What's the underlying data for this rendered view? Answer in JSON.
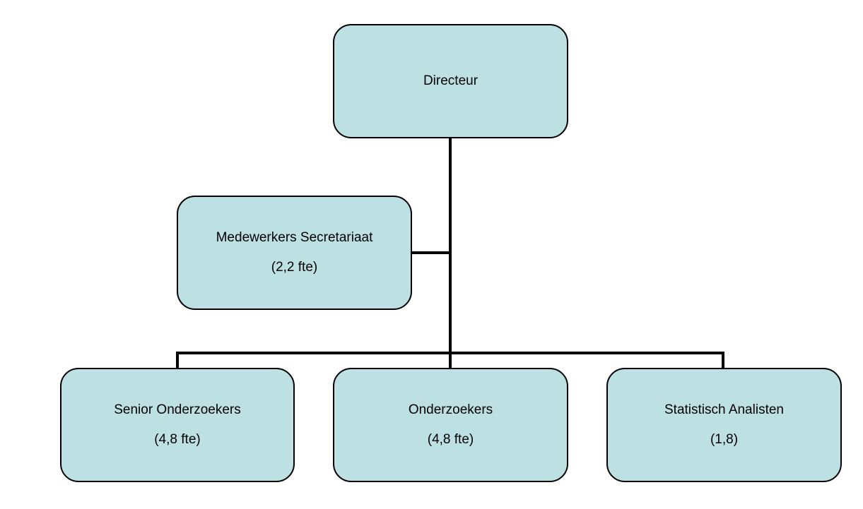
{
  "colors": {
    "node_fill": "#bde0e3",
    "node_border": "#000000",
    "connector": "#000000"
  },
  "nodes": {
    "directeur": {
      "title": "Directeur"
    },
    "secretariaat": {
      "title": "Medewerkers Secretariaat",
      "fte": "(2,2 fte)"
    },
    "senior_onderzoekers": {
      "title": "Senior Onderzoekers",
      "fte": "(4,8 fte)"
    },
    "onderzoekers": {
      "title": "Onderzoekers",
      "fte": "(4,8 fte)"
    },
    "statistisch_analisten": {
      "title": "Statistisch Analisten",
      "fte": "(1,8)"
    }
  }
}
